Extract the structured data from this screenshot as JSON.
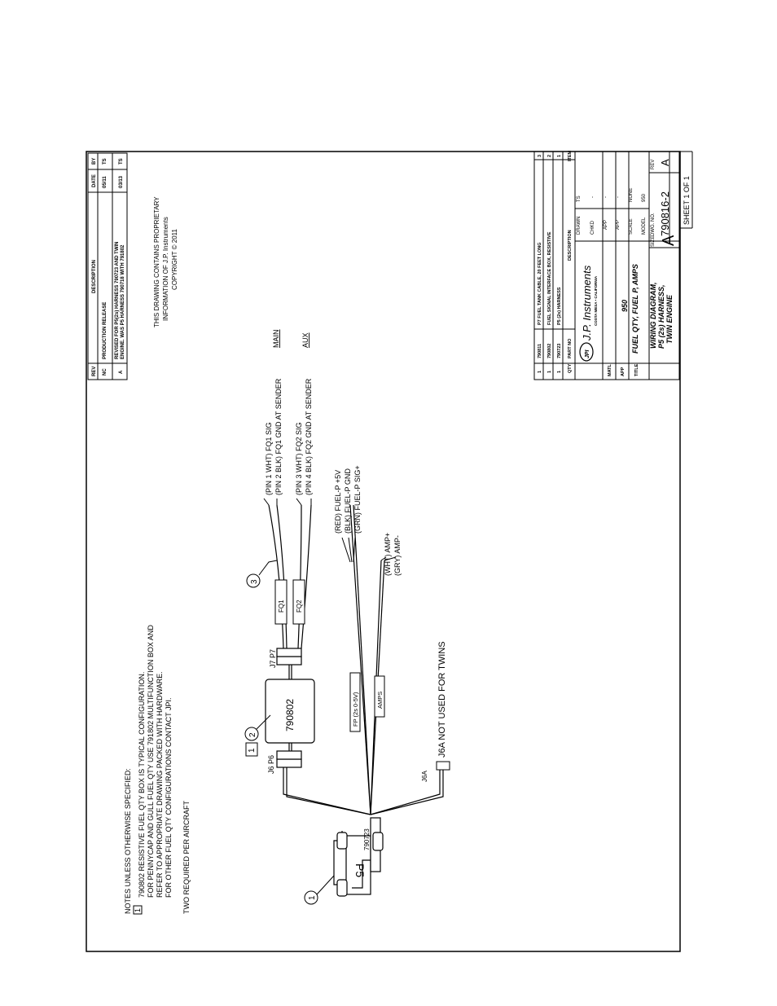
{
  "revision_block": {
    "headers": {
      "rev": "REV",
      "description": "DESCRIPTION",
      "date": "DATE",
      "by": "BY"
    },
    "rows": [
      {
        "rev": "NC",
        "description": "PRODUCTION RELEASE",
        "description2": "",
        "date": "05/11",
        "by": "TS"
      },
      {
        "rev": "A",
        "description": "REVISED FOR P5(2s) HARNESS 790723 AND TWIN",
        "description2": "ENGINE. WAS P5 HARNESS 790718 WITH 791802",
        "date": "03/13",
        "by": "TS"
      }
    ]
  },
  "proprietary": {
    "line1": "THIS DRAWING CONTAINS PROPRIETARY",
    "line2": "INFORMATION OF J.P. Instruments",
    "line3": "COPYRIGHT  © 2011"
  },
  "notes": {
    "heading": "NOTES UNLESS OTHERWISE SPECIFIED:",
    "note1_num": "1",
    "note1_lines": [
      "790802 RESISTIVE FUEL QTY BOX IS TYPICAL CONFIGURATION.",
      "FOR PENNYCAP AND GULL FUEL QTY USE 791802 MULTIFUNCTION BOX AND",
      "REFER TO APPROPRIATE DRAWING PACKED WITH HARDWARE.",
      "FOR OTHER FUEL QTY CONFIGURATIONS CONTACT JPI."
    ],
    "note2": "TWO REQUIRED PER AIRCRAFT"
  },
  "diagram": {
    "connector_p5": "P5",
    "harness_label": "790723",
    "box_label": "790802",
    "j6p6": "J6  P6",
    "j7p7": "J7  P7",
    "fq1": "FQ1",
    "fq2": "FQ2",
    "fp_sleeve": "FP (2s 0-5V)",
    "amps_sleeve": "AMPS",
    "j6a": "J6A",
    "j6a_note": "J6A  NOT  USED  FOR  TWINS",
    "balloon1": "1",
    "balloon2_a": "1",
    "balloon2_b": "2",
    "balloon3": "3",
    "pin_labels": [
      "(PIN  1  WHT)   FQ1  SIG",
      "(PIN  2  BLK)   FQ1  GND  AT  SENDER",
      "(PIN  3  WHT)   FQ2  SIG",
      "(PIN  4  BLK)   FQ2  GND  AT  SENDER"
    ],
    "main": "MAIN",
    "aux": "AUX",
    "fuel_labels": [
      "(RED)  FUEL-P  +5V",
      "(BLK)  FUEL-P  GND",
      "(GRN)  FUEL-P  SIG+"
    ],
    "amp_labels": [
      "(WHT)  AMP+",
      "(GRY)  AMP-"
    ]
  },
  "bom": {
    "headers": {
      "qty": "QTY",
      "part_no": "PART NO",
      "description": "DESCRIPTION",
      "item": "ITEM"
    },
    "rows": [
      {
        "qty": "1",
        "part_no": "790811",
        "description": "P7 FUEL TANK CABLE, 20 FEET LONG",
        "item": "3"
      },
      {
        "qty": "1",
        "part_no": "790802",
        "description": "FUEL SIGNAL INTERFACE BOX, RESISTIVE",
        "item": "2"
      },
      {
        "qty": "1",
        "part_no": "790723",
        "description": "P5 (2s) HARNESS",
        "item": "1"
      }
    ]
  },
  "title_block": {
    "company": "J.P. Instruments",
    "company_sub": "COSTA MESA • CALIFORNIA",
    "logo": "JPI",
    "matl_label": "MATL",
    "app_label": "APP",
    "app_value": "950",
    "title_label": "TITLE",
    "title_line1": "FUEL QTY, FUEL P, AMPS",
    "title_line2": "WIRING DIAGRAM,",
    "title_line3": "P5 (2s) HARNESS,",
    "title_line4": "TWIN ENGINE",
    "drawn_label": "DRAWN",
    "drawn_value": "TS",
    "chkd_label": "CHKD",
    "chkd_value": "-",
    "app1_label": "APP",
    "app1_value": "-",
    "app2_label": "APP",
    "app2_value": "-",
    "scale_label": "SCALE",
    "scale_value": "NONE",
    "model_label": "MODEL",
    "model_value": "950",
    "size_label": "SIZE",
    "size_value": "A",
    "dwg_label": "DWG. NO.",
    "dwg_value": "790816-2",
    "rev_label": "REV",
    "rev_value": "A",
    "sheet": "SHEET  1  OF  1"
  }
}
